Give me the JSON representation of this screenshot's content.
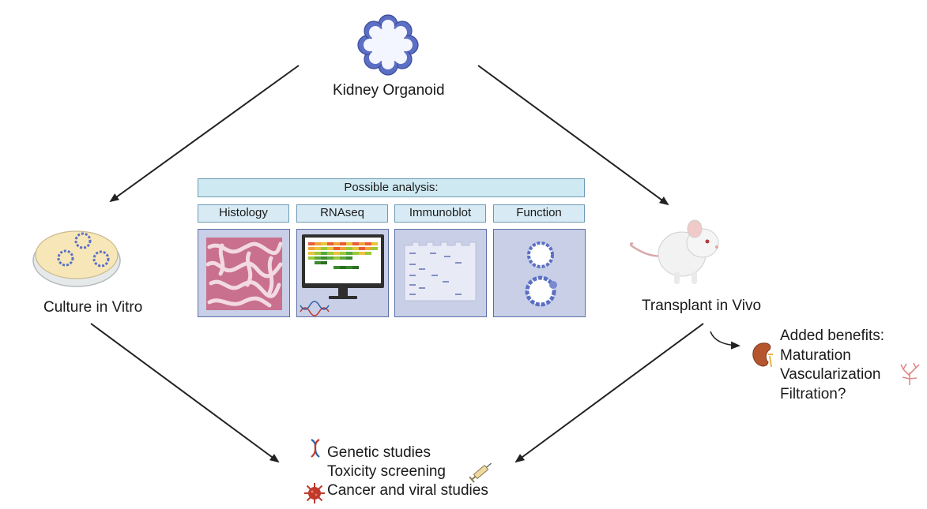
{
  "top": {
    "label": "Kidney Organoid",
    "icon": "kidney-organoid-icon"
  },
  "left": {
    "label": "Culture in Vitro",
    "icon": "petri-dish-icon"
  },
  "right": {
    "label": "Transplant in Vivo",
    "icon": "mouse-icon"
  },
  "analysis": {
    "header": "Possible analysis:",
    "columns": [
      {
        "label": "Histology",
        "icon": "histology-tissue-icon"
      },
      {
        "label": "RNAseq",
        "icon": "sequencing-monitor-icon"
      },
      {
        "label": "Immunoblot",
        "icon": "blot-membrane-icon"
      },
      {
        "label": "Function",
        "icon": "organoid-function-icon"
      }
    ]
  },
  "benefits": {
    "title": "Added benefits:",
    "items": [
      "Maturation",
      "Vascularization",
      "Filtration?"
    ]
  },
  "outcomes": {
    "items": [
      {
        "label": "Genetic studies",
        "icon": "dna-icon"
      },
      {
        "label": "Toxicity screening",
        "icon": "syringe-icon"
      },
      {
        "label": "Cancer and viral studies",
        "icon": "virus-icon"
      }
    ]
  },
  "colors": {
    "arrow": "#222222",
    "organoid": "#5b6fc4",
    "header_fill": "#cfe9f2",
    "panel_fill": "#c8cfe6",
    "virus": "#c0392b"
  }
}
